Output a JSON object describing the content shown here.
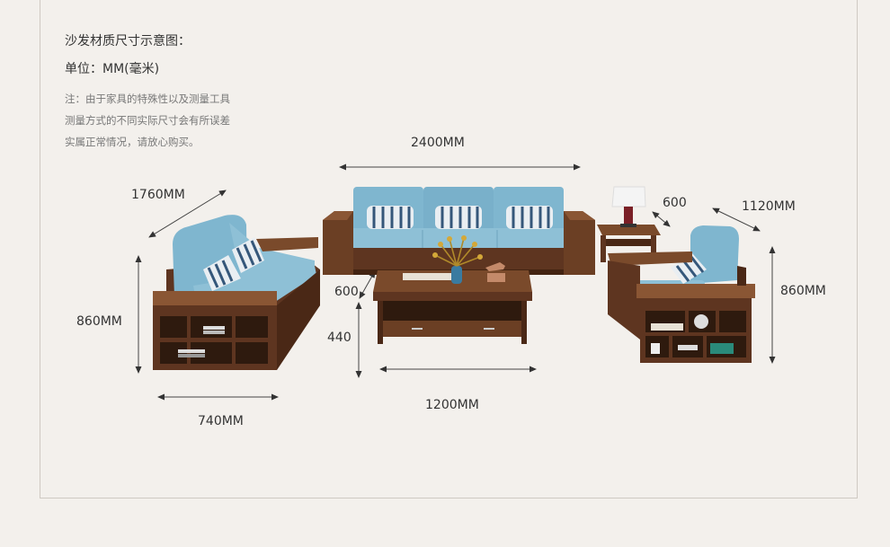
{
  "header": {
    "title": "沙发材质尺寸示意图：",
    "unit": "单位：MM(毫米)"
  },
  "note": {
    "line1": "注：由于家具的特殊性以及测量工具",
    "line2": "测量方式的不同实际尺寸会有所误差",
    "line3": "实属正常情况，请放心购买。"
  },
  "dimensions": {
    "three_seat_width": "2400MM",
    "loveseat_diag": "1760MM",
    "loveseat_height": "860MM",
    "loveseat_depth": "740MM",
    "table_depth": "600",
    "table_height": "440",
    "table_width": "1200MM",
    "side_table": "600",
    "chair_diag": "1120MM",
    "chair_height": "860MM"
  },
  "colors": {
    "wood": "#6b3f24",
    "wood_dark": "#4a2816",
    "fabric": "#7fb6cf",
    "fabric_light": "#9dc9dc",
    "background": "#f3f0ec"
  }
}
